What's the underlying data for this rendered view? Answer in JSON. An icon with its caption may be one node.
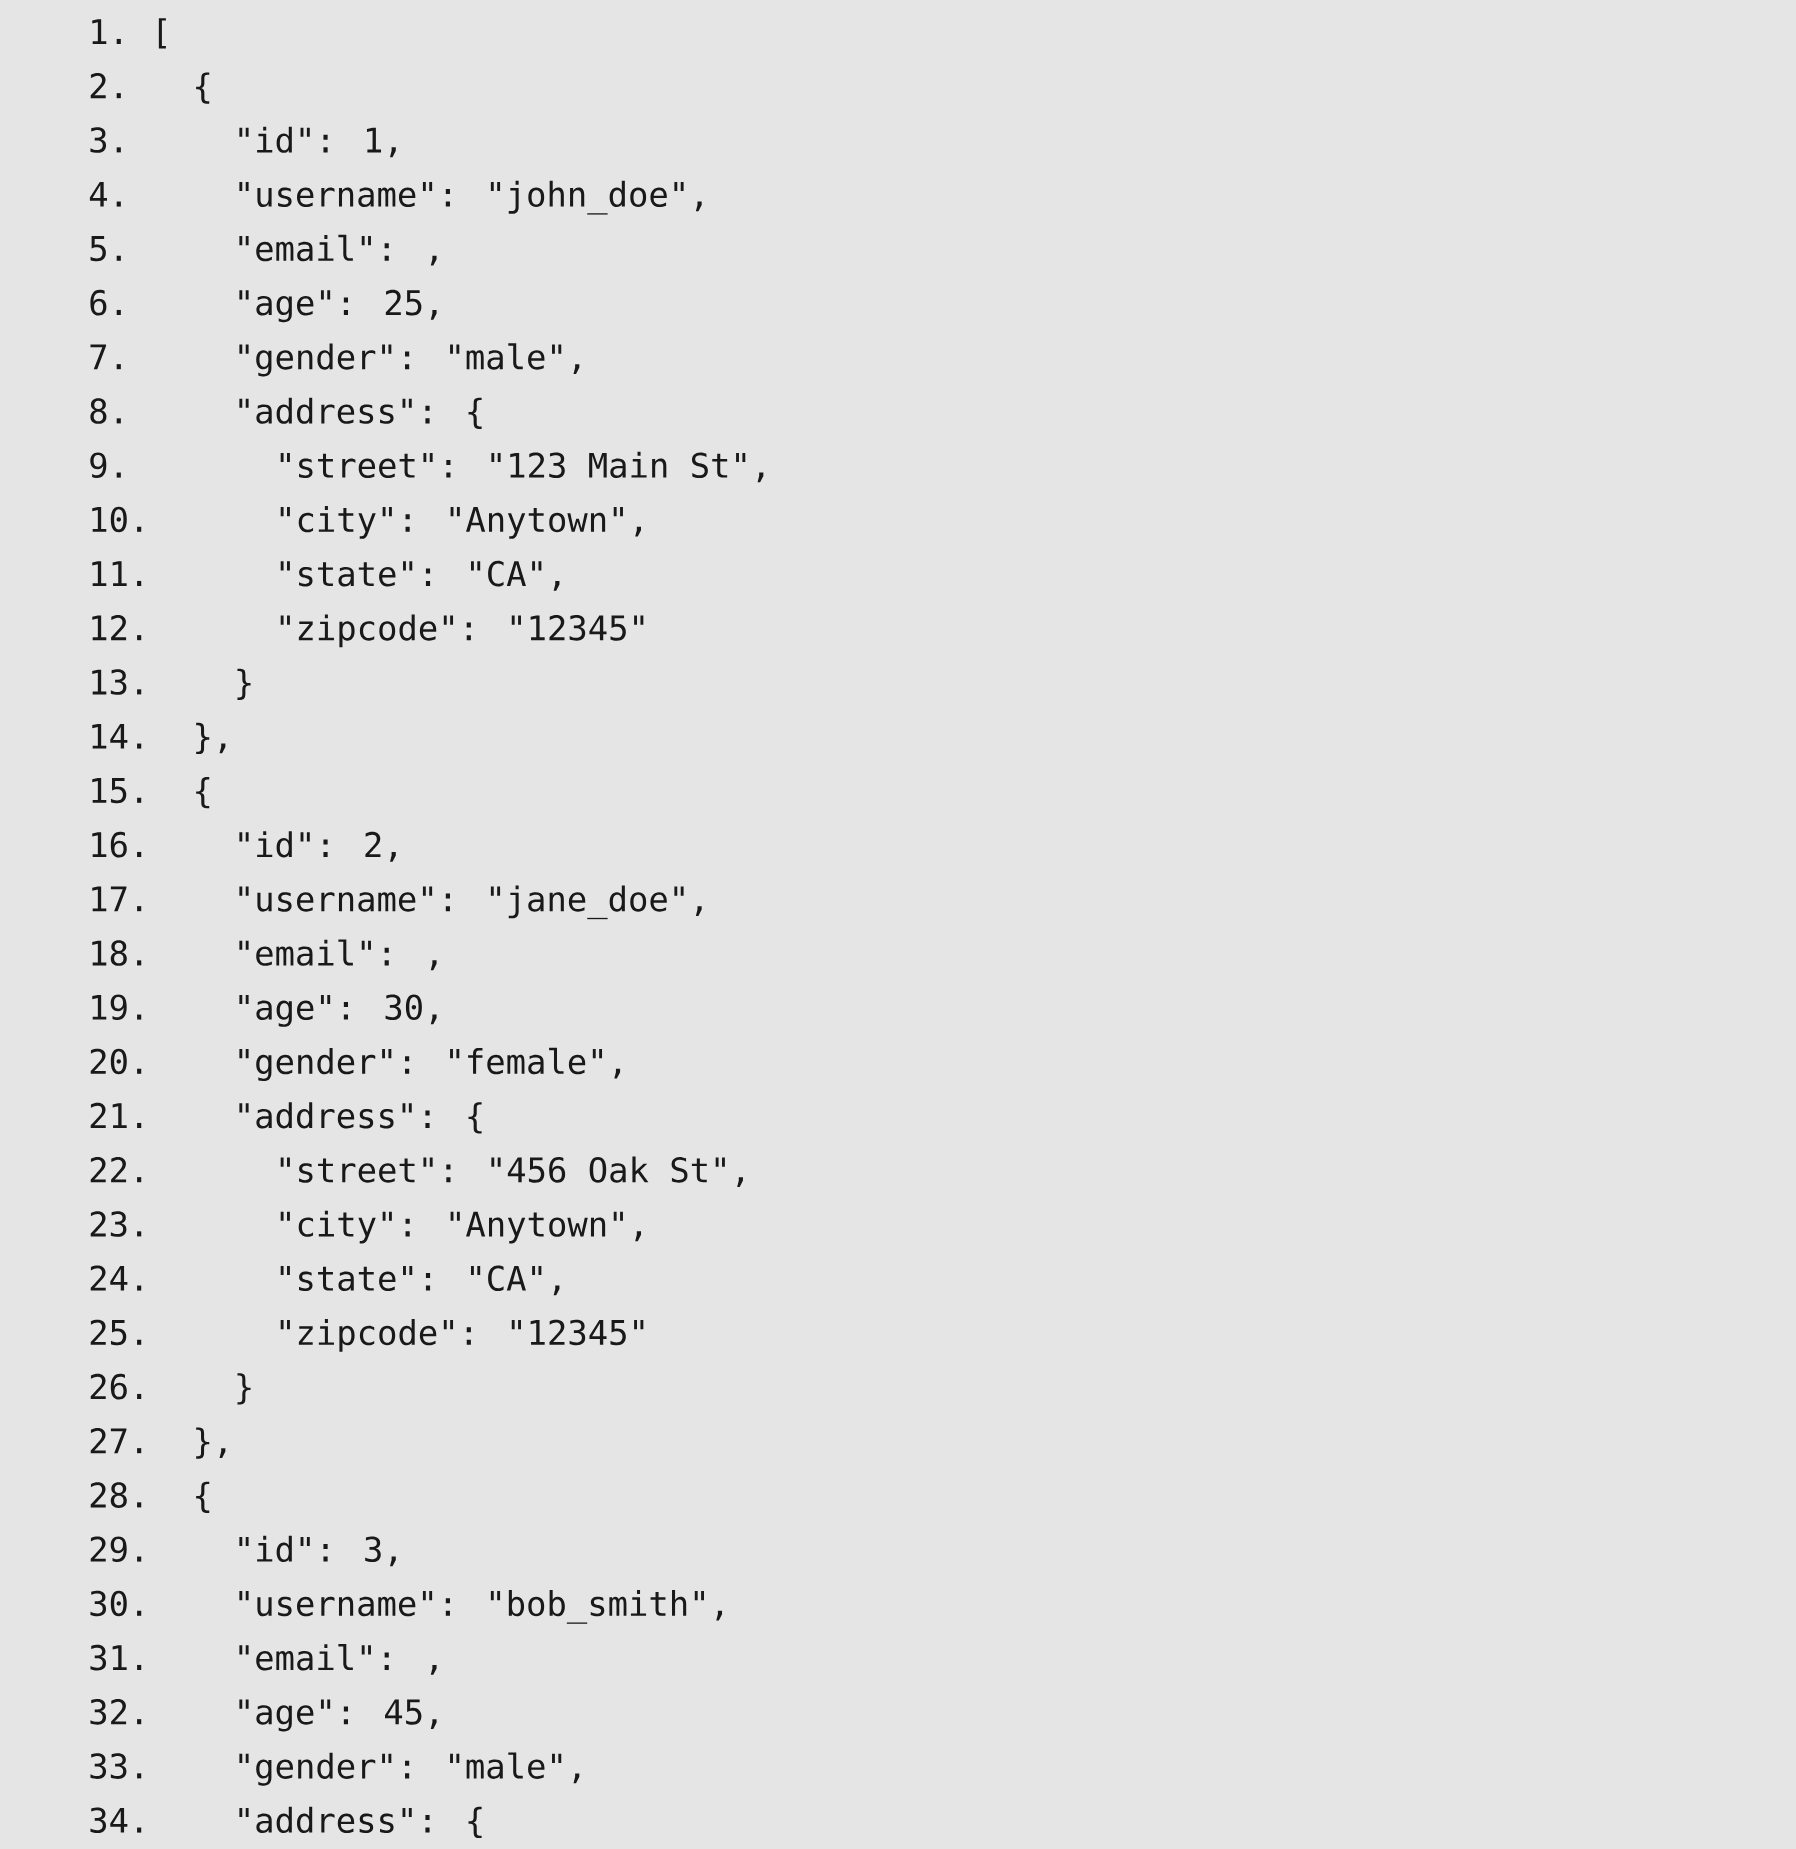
{
  "diagram": {
    "labels": [
      "1.",
      "[",
      "2.",
      "{",
      "3.",
      "\"id\": 1,",
      "4.",
      "\"username\": \"john_doe\",",
      "5.",
      "\"email\": ,",
      "6.",
      "\"age\": 25,",
      "7.",
      "\"gender\": \"male\",",
      "8.",
      "\"address\": {",
      "9.",
      "\"street\": \"123 Main St\",",
      "10.",
      "\"city\": \"Anytown\",",
      "11.",
      "\"state\": \"CA\",",
      "12.",
      "\"zipcode\": \"12345\"",
      "13.",
      "}",
      "14.",
      "},",
      "15.",
      "{",
      "16.",
      "\"id\": 2,",
      "17.",
      "\"username\": \"jane_doe\",",
      "18.",
      "\"email\": ,",
      "19.",
      "\"age\": 30,",
      "20.",
      "\"gender\": \"female\",",
      "21.",
      "\"address\": {",
      "22.",
      "\"street\": \"456 Oak St\",",
      "23.",
      "\"city\": \"Anytown\",",
      "24.",
      "\"state\": \"CA\",",
      "25.",
      "\"zipcode\": \"12345\"",
      "26.",
      "}",
      "27.",
      "},",
      "28.",
      "{",
      "29.",
      "\"id\": 3,",
      "30.",
      "\"username\": \"bob_smith\",",
      "31.",
      "\"email\": ,",
      "32.",
      "\"age\": 45,",
      "33.",
      "\"gender\": \"male\",",
      "34.",
      "\"address\": {"
    ]
  }
}
